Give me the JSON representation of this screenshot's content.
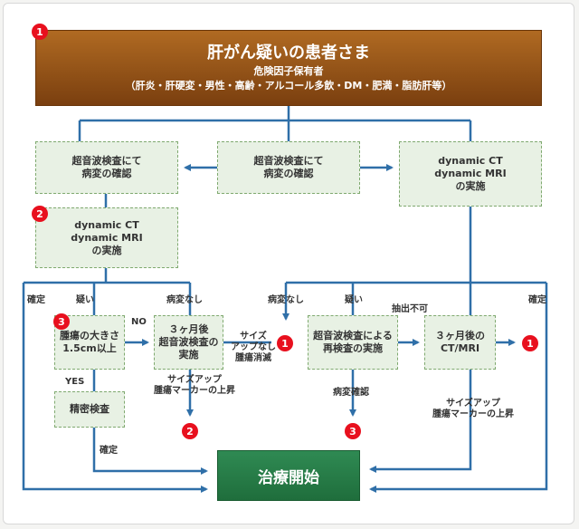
{
  "header": {
    "title": "肝がん疑いの患者さま",
    "subtitle": "危険因子保有者",
    "risk_factors": "（肝炎・肝硬変・男性・高齢・アルコール多飲・DM・肥満・脂肪肝等）"
  },
  "nodes": {
    "us_left": [
      "超音波検査にて",
      "病変の確認"
    ],
    "us_center": [
      "超音波検査にて",
      "病変の確認"
    ],
    "ct_right": [
      "dynamic CT",
      "dynamic MRI",
      "の実施"
    ],
    "ct_left": [
      "dynamic CT",
      "dynamic MRI",
      "の実施"
    ],
    "tumor_size": [
      "腫瘍の大きさ",
      "1.5cm以上"
    ],
    "us_3months": [
      "３ヶ月後",
      "超音波検査の",
      "実施"
    ],
    "detailed": [
      "精密検査"
    ],
    "re_us": [
      "超音波検査による",
      "再検査の実施"
    ],
    "ct_3months": [
      "３ヶ月後の",
      "CT/MRI"
    ],
    "start": "治療開始"
  },
  "labels": {
    "confirmed": "確定",
    "suspected": "疑い",
    "no_lesion": "病変なし",
    "no": "NO",
    "yes": "YES",
    "unextractable": "抽出不可",
    "lesion_confirmed": "病変確認",
    "size_no_up": [
      "サイズ",
      "アップなし",
      "腫瘍消滅"
    ],
    "size_up": [
      "サイズアップ",
      "腫瘍マーカーの上昇"
    ]
  },
  "badges": {
    "one": "1",
    "two": "2",
    "three": "3"
  },
  "colors": {
    "header": "#8b4a14",
    "start": "#267a45",
    "node_fill": "#e8f1e4",
    "node_border": "#7fa96f",
    "line": "#2f6fa8",
    "badge": "#e8101e"
  }
}
